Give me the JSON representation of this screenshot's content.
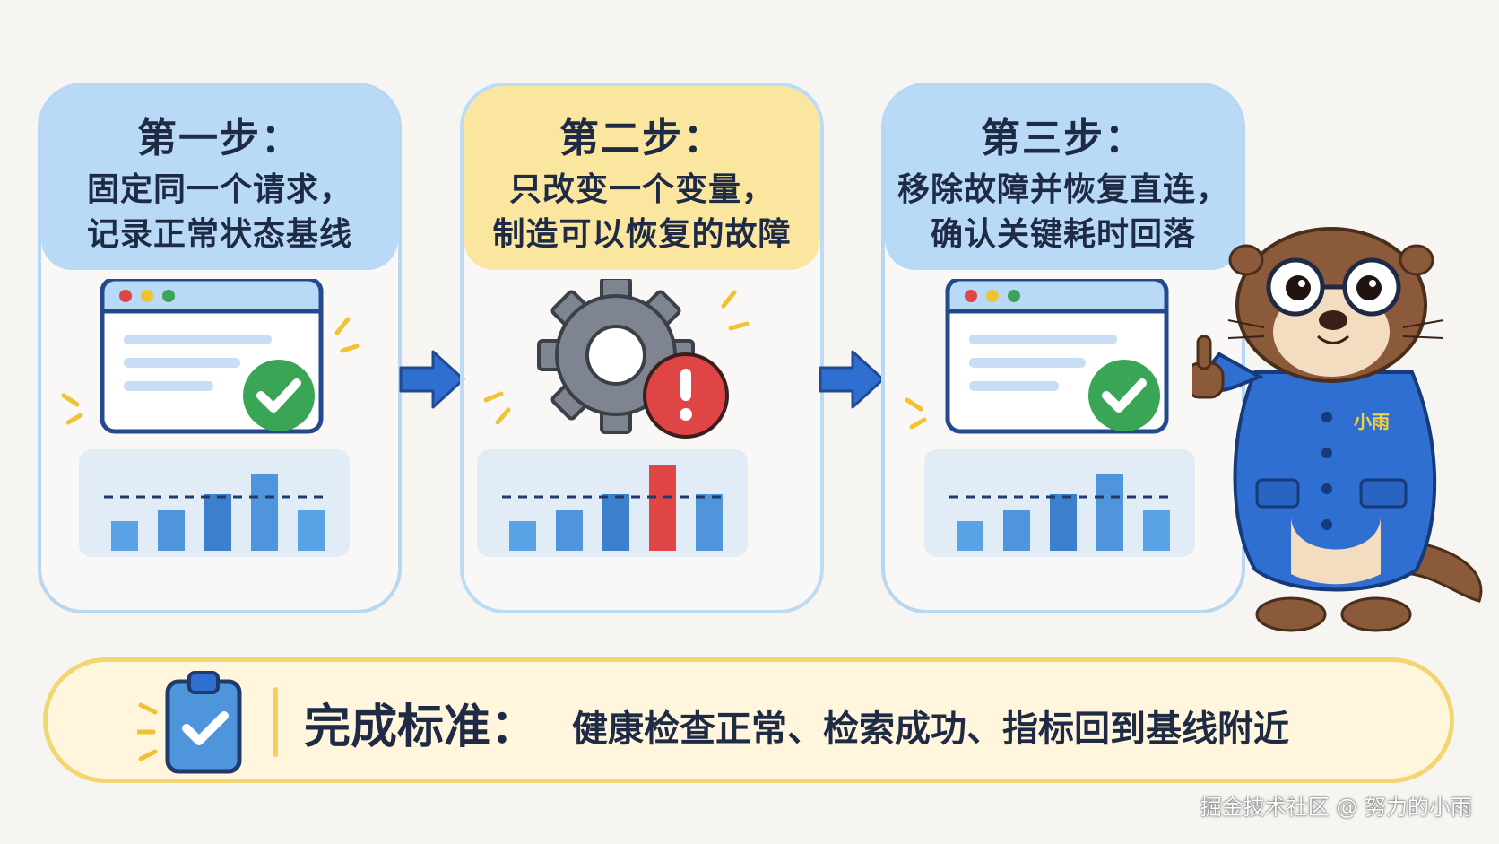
{
  "steps": [
    {
      "title": "第一步：",
      "line1": "固定同一个请求，",
      "line2": "记录正常状态基线",
      "header_color": "#b9daf7",
      "illustration": "browser-window-checkmark-icon",
      "bars": "normal"
    },
    {
      "title": "第二步：",
      "line1": "只改变一个变量，",
      "line2": "制造可以恢复的故障",
      "header_color": "#fbe6a0",
      "illustration": "gear-error-icon",
      "bars": "spike"
    },
    {
      "title": "第三步：",
      "line1": "移除故障并恢复直连，",
      "line2": "确认关键耗时回落",
      "header_color": "#b9daf7",
      "illustration": "browser-window-checkmark-icon",
      "bars": "normal"
    }
  ],
  "criteria": {
    "label": "完成标准：",
    "detail": "健康检查正常、检索成功、指标回到基线附近",
    "icon": "clipboard-check-icon"
  },
  "mascot": {
    "badge": "小雨",
    "icon": "otter-mascot-icon"
  },
  "watermark": "掘金技术社区 @ 努力的小雨",
  "colors": {
    "blue_accent": "#2f6fd1",
    "yellow_accent": "#f3d672",
    "success_green": "#3aa655",
    "error_red": "#e04545"
  }
}
